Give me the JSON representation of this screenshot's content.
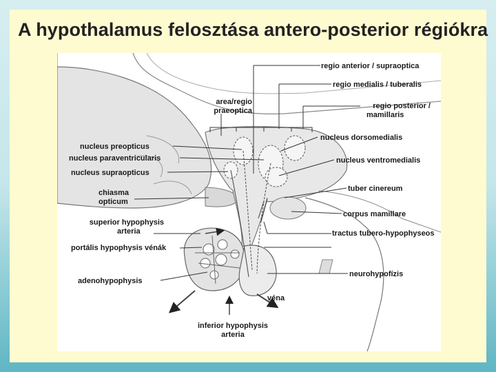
{
  "title": "A hypothalamus felosztása antero-posterior régiókra",
  "labels": {
    "regio_anterior": "regio anterior / supraoptica",
    "regio_medialis": "regio medialis / tuberalis",
    "regio_posterior_1": "regio posterior /",
    "regio_posterior_2": "mamillaris",
    "area_regio_1": "area/regio",
    "area_regio_2": "praeoptica",
    "nucleus_preopticus": "nucleus preopticus",
    "nucleus_paraventricularis": "nucleus paraventricularis",
    "nucleus_supraopticus": "nucleus supraopticus",
    "chiasma_1": "chiasma",
    "chiasma_2": "opticum",
    "superior_1": "superior hypophysis",
    "superior_2": "arteria",
    "portalis": "portális hypophysis vénák",
    "adenohypophysis": "adenohypophysis",
    "nucleus_dorsomedialis": "nucleus dorsomedialis",
    "nucleus_ventromedialis": "nucleus ventromedialis",
    "tuber_cinereum": "tuber cinereum",
    "corpus_mamillare": "corpus mamillare",
    "tractus": "tractus tubero-hypophyseos",
    "neurohypofizis": "neurohypofízis",
    "vena": "véna",
    "inferior_1": "inferior hypophysis",
    "inferior_2": "arteria"
  },
  "colors": {
    "slide_bg": "#fffbd1",
    "tissue": "#e6e6e6",
    "line": "#333333"
  }
}
